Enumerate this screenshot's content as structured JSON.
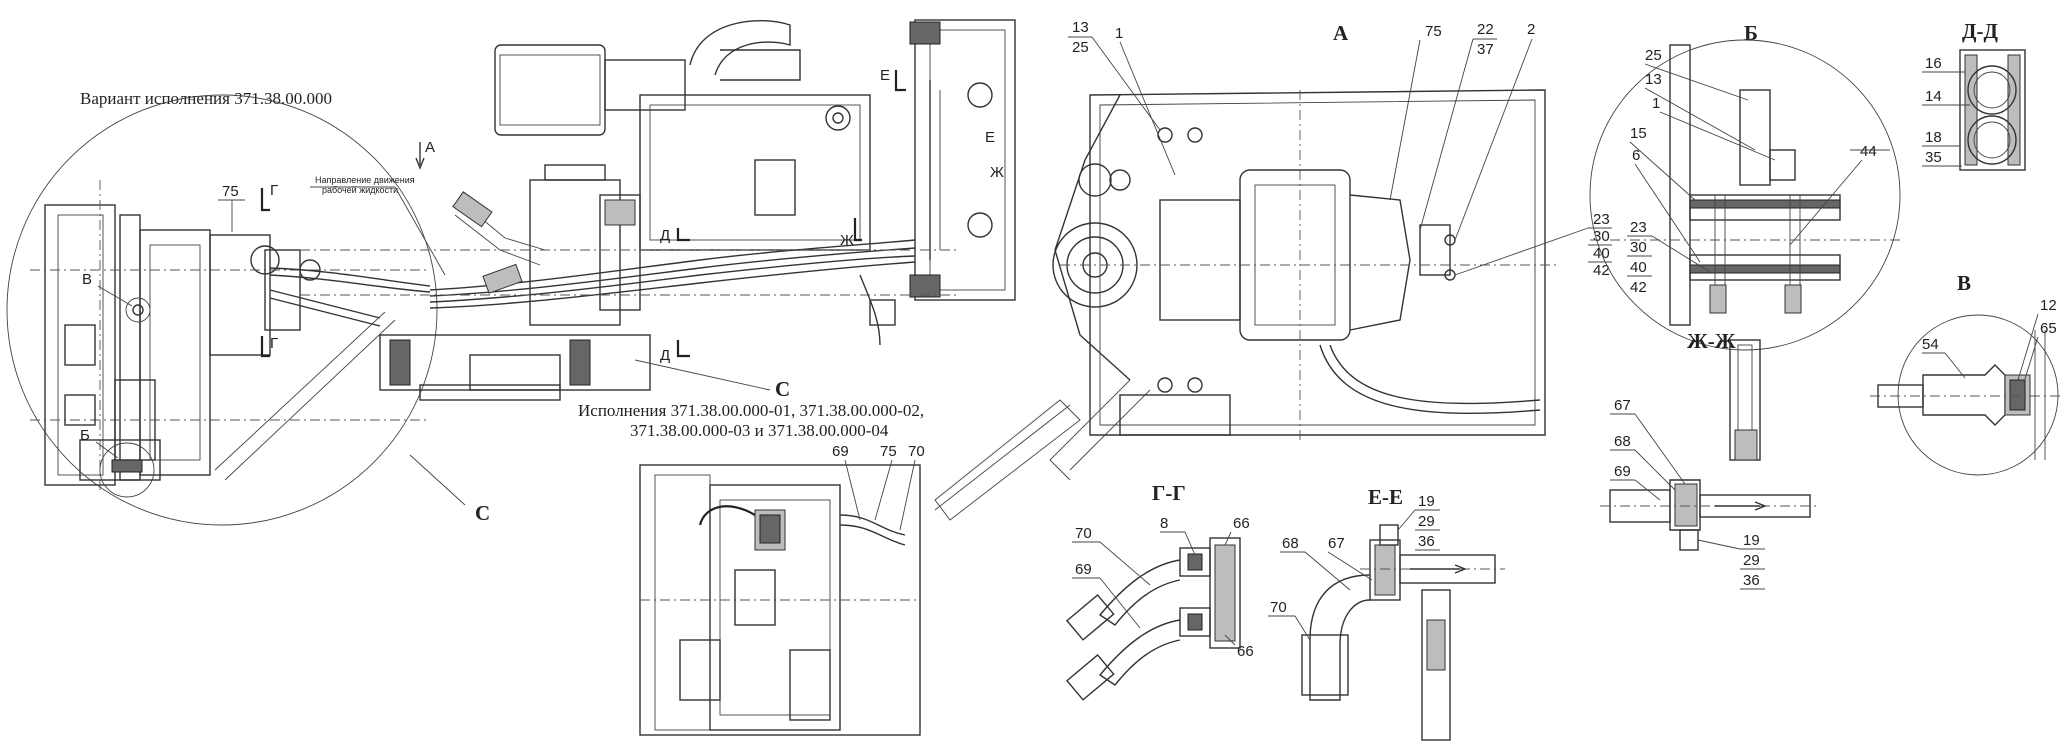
{
  "drawing": {
    "variant_label": "Вариант исполнения 371.38.00.000",
    "execution_label_line1": "Исполнения 371.38.00.000-01, 371.38.00.000-02,",
    "execution_label_line2": "371.38.00.000-03 и 371.38.00.000-04",
    "flow_note_line1": "Направление движения",
    "flow_note_line2": "рабочей жидкости"
  },
  "section_labels": {
    "A_main": "А",
    "B_main": "Б",
    "DD": "Д-Д",
    "V": "В",
    "ZhZh": "Ж-Ж",
    "GG": "Г-Г",
    "EE": "Е-Е",
    "C_left": "С",
    "C_bottom": "С"
  },
  "cut_marks": {
    "A_arrow": "А",
    "G_top": "Г",
    "G_bottom": "Г",
    "V": "В",
    "B": "Б",
    "D_top": "Д",
    "D_bottom": "Д",
    "E_top": "Е",
    "E_mid": "Е",
    "Zh_top": "Ж",
    "Zh_bottom": "Ж",
    "C_center": "С"
  },
  "callouts": {
    "left_75": "75",
    "bottom": [
      "69",
      "75",
      "70"
    ],
    "A": [
      "13",
      "25",
      "1",
      "75",
      "22",
      "37",
      "2",
      "23",
      "30",
      "40",
      "42"
    ],
    "B": [
      "25",
      "13",
      "1",
      "15",
      "6",
      "44",
      "23",
      "30",
      "40",
      "42"
    ],
    "DD": [
      "16",
      "14",
      "18",
      "35"
    ],
    "V": [
      "54",
      "12",
      "65"
    ],
    "ZhZh": [
      "67",
      "68",
      "69",
      "19",
      "29",
      "36"
    ],
    "GG": [
      "8",
      "66",
      "70",
      "69",
      "66"
    ],
    "EE": [
      "19",
      "29",
      "36",
      "68",
      "67",
      "70"
    ]
  }
}
